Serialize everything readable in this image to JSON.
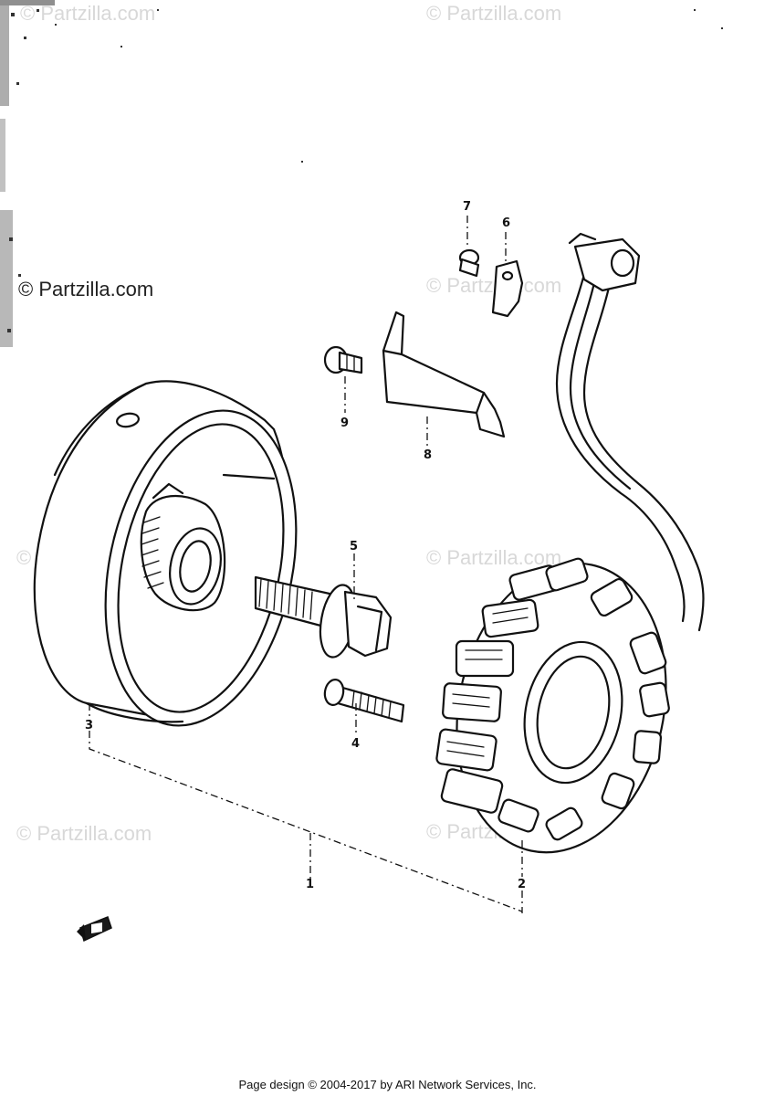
{
  "watermarks": {
    "primary": "© Partzilla.com",
    "faded": "© Partzilla.com"
  },
  "callouts": {
    "c1": "1",
    "c2": "2",
    "c3": "3",
    "c4": "4",
    "c5": "5",
    "c6": "6",
    "c7": "7",
    "c8": "8",
    "c9": "9"
  },
  "footer": {
    "text": "Page design © 2004-2017 by ARI Network Services, Inc."
  }
}
